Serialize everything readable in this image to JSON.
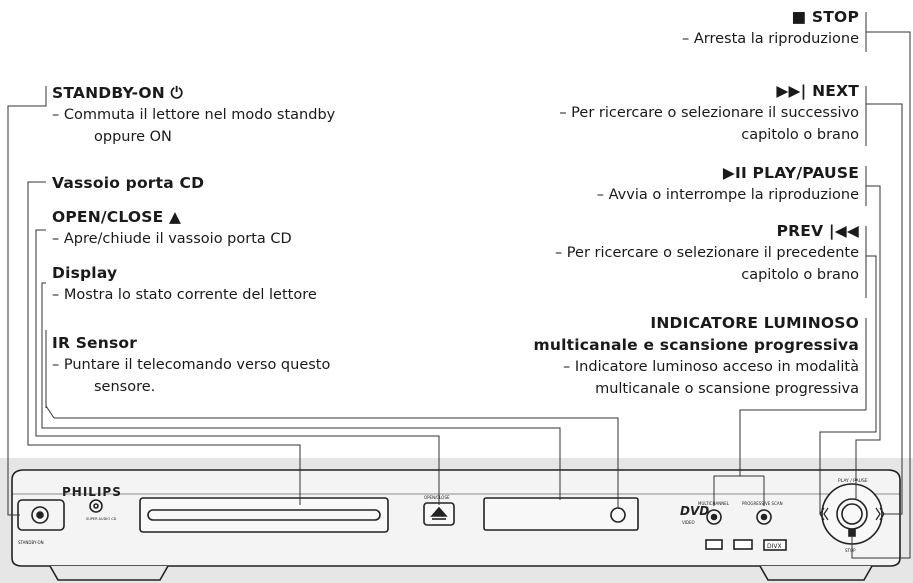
{
  "left": {
    "standby": {
      "title": "STANDBY-ON ⏻",
      "desc1": "–    Commuta il lettore nel modo standby",
      "desc2": "oppure ON"
    },
    "tray": {
      "title": "Vassoio porta CD"
    },
    "openclose": {
      "title": "OPEN/CLOSE ▲",
      "desc1": "–    Apre/chiude il vassoio porta CD"
    },
    "display": {
      "title": "Display",
      "desc1": "–    Mostra lo stato corrente del lettore"
    },
    "ir": {
      "title": "IR Sensor",
      "desc1": "–    Puntare il telecomando verso questo",
      "desc2": "sensore."
    }
  },
  "right": {
    "stop": {
      "title": "■  STOP",
      "desc1": "– Arresta la riproduzione"
    },
    "next": {
      "title": "▶▶|  NEXT",
      "desc1": "– Per ricercare o selezionare il successivo",
      "desc2": "capitolo o brano"
    },
    "play": {
      "title": "▶II PLAY/PAUSE",
      "desc1": "– Avvia o interrompe la riproduzione"
    },
    "prev": {
      "title": "PREV |◀◀",
      "desc1": "– Per ricercare o selezionare il precedente",
      "desc2": "capitolo o brano"
    },
    "indicator": {
      "title1": "INDICATORE LUMINOSO",
      "title2": "multicanale e scansione progressiva",
      "desc1": "– Indicatore luminoso acceso in modalità",
      "desc2": "multicanale o scansione progressiva"
    }
  },
  "device": {
    "brand": "PHILIPS",
    "standby_label": "STANDBY-ON",
    "sacd_label": "SUPER AUDIO CD",
    "openclose_label": "OPEN/CLOSE",
    "dvd_label": "DVD",
    "video_label": "VIDEO",
    "multichannel_label": "MULTICHANNEL",
    "progressive_label": "PROGRESSIVE SCAN",
    "playpause_label": "PLAY / PAUSE",
    "stop_label": "STOP",
    "divx_label": "DIVX"
  }
}
